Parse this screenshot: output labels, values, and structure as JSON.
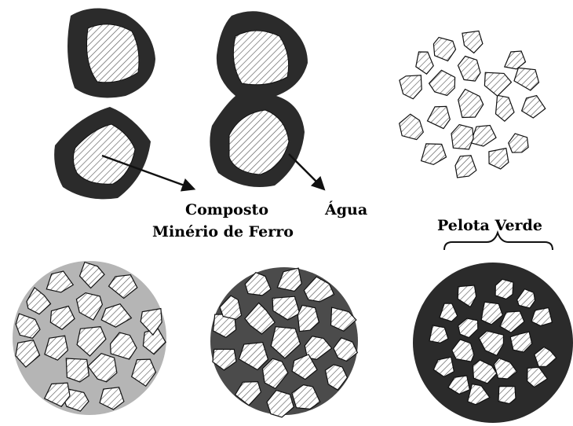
{
  "labels": {
    "composto": "Composto",
    "minerio": "Minério de Ferro",
    "agua": "Água",
    "pelota": "Pelota Verde"
  },
  "colors": {
    "ink": "#111111",
    "water": "#2b2b2b",
    "hatch": "#5a5a5a",
    "background": "#ffffff"
  },
  "stages": [
    {
      "id": "stage-1",
      "description_role": "two-isolated-grains"
    },
    {
      "id": "stage-2",
      "description_role": "grains-bridged-by-water"
    },
    {
      "id": "stage-3",
      "description_role": "loose-cluster"
    },
    {
      "id": "stage-4",
      "description_role": "cluster-with-partial-water"
    },
    {
      "id": "stage-5",
      "description_role": "cluster-with-water-bridges"
    },
    {
      "id": "stage-6",
      "description_role": "green-pellet-saturated"
    }
  ]
}
